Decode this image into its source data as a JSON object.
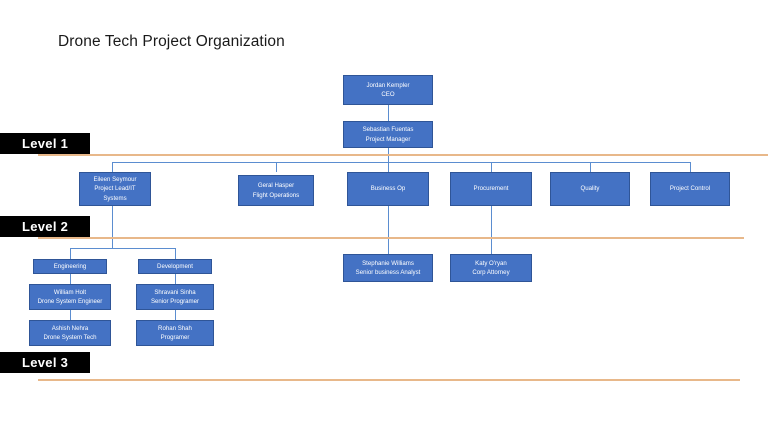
{
  "page": {
    "title": "Drone Tech Project Organization",
    "accent_box_fill": "#4472C4",
    "accent_box_border": "#2F5597",
    "connector_color": "#5B8DD0",
    "rule_color": "#E8B88A",
    "banner_bg": "#000000"
  },
  "levels": [
    {
      "label": "Level 1"
    },
    {
      "label": "Level 2"
    },
    {
      "label": "Level 3"
    }
  ],
  "nodes": {
    "ceo": {
      "name": "Jordan Kempler",
      "role": "CEO"
    },
    "project_manager": {
      "name": "Sebastian Fuentas",
      "role": "Project Manager"
    },
    "project_lead": {
      "name": "Eileen Seymour",
      "role": "Project Lead/IT",
      "role2": "Systems"
    },
    "flight_ops": {
      "name": "Geral Hasper",
      "role": "Flight Operations"
    },
    "business_op": {
      "name": "Business Op",
      "role": ""
    },
    "procurement": {
      "name": "Procurement",
      "role": ""
    },
    "quality": {
      "name": "Quality",
      "role": ""
    },
    "project_control": {
      "name": "Project Control",
      "role": ""
    },
    "engineering": {
      "name": "Engineering",
      "role": ""
    },
    "development": {
      "name": "Development",
      "role": ""
    },
    "drone_engineer": {
      "name": "William Holt",
      "role": "Drone System Engineer"
    },
    "senior_programmer": {
      "name": "Shravani Sinha",
      "role": "Senior Programer"
    },
    "drone_tech": {
      "name": "Ashish Nehra",
      "role": "Drone System Tech"
    },
    "programmer": {
      "name": "Rohan Shah",
      "role": "Programer"
    },
    "business_analyst": {
      "name": "Stephanie Williams",
      "role": "Senior business Analyst"
    },
    "corp_attorney": {
      "name": "Katy O'ryan",
      "role": "Corp Attorney"
    }
  }
}
